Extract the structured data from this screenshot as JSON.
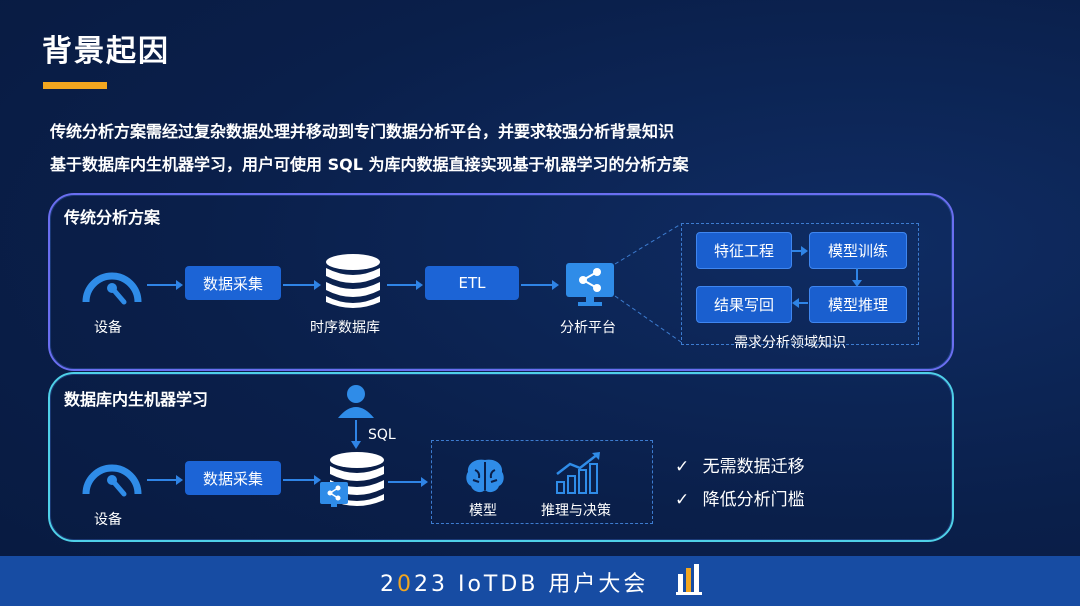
{
  "slide": {
    "title": "背景起因",
    "lines": [
      "传统分析方案需经过复杂数据处理并移动到专门数据分析平台，并要求较强分析背景知识",
      "基于数据库内生机器学习，用户可使用 SQL 为库内数据直接实现基于机器学习的分析方案"
    ]
  },
  "panel1": {
    "title": "传统分析方案",
    "device_label": "设备",
    "collect_label": "数据采集",
    "tsdb_label": "时序数据库",
    "etl_label": "ETL",
    "platform_label": "分析平台",
    "steps": [
      "特征工程",
      "模型训练",
      "结果写回",
      "模型推理"
    ],
    "domain_label": "需求分析领域知识"
  },
  "panel2": {
    "title": "数据库内生机器学习",
    "device_label": "设备",
    "collect_label": "数据采集",
    "sql_label": "SQL",
    "model_label": "模型",
    "decision_label": "推理与决策",
    "benefits": [
      "无需数据迁移",
      "降低分析门槛"
    ]
  },
  "footer": {
    "prefix": "2",
    "accent": "0",
    "rest": "23 IoTDB 用户大会"
  },
  "colors": {
    "accent": "#f2a61f",
    "box": "#1c64d6",
    "icon": "#2f8ce8"
  }
}
